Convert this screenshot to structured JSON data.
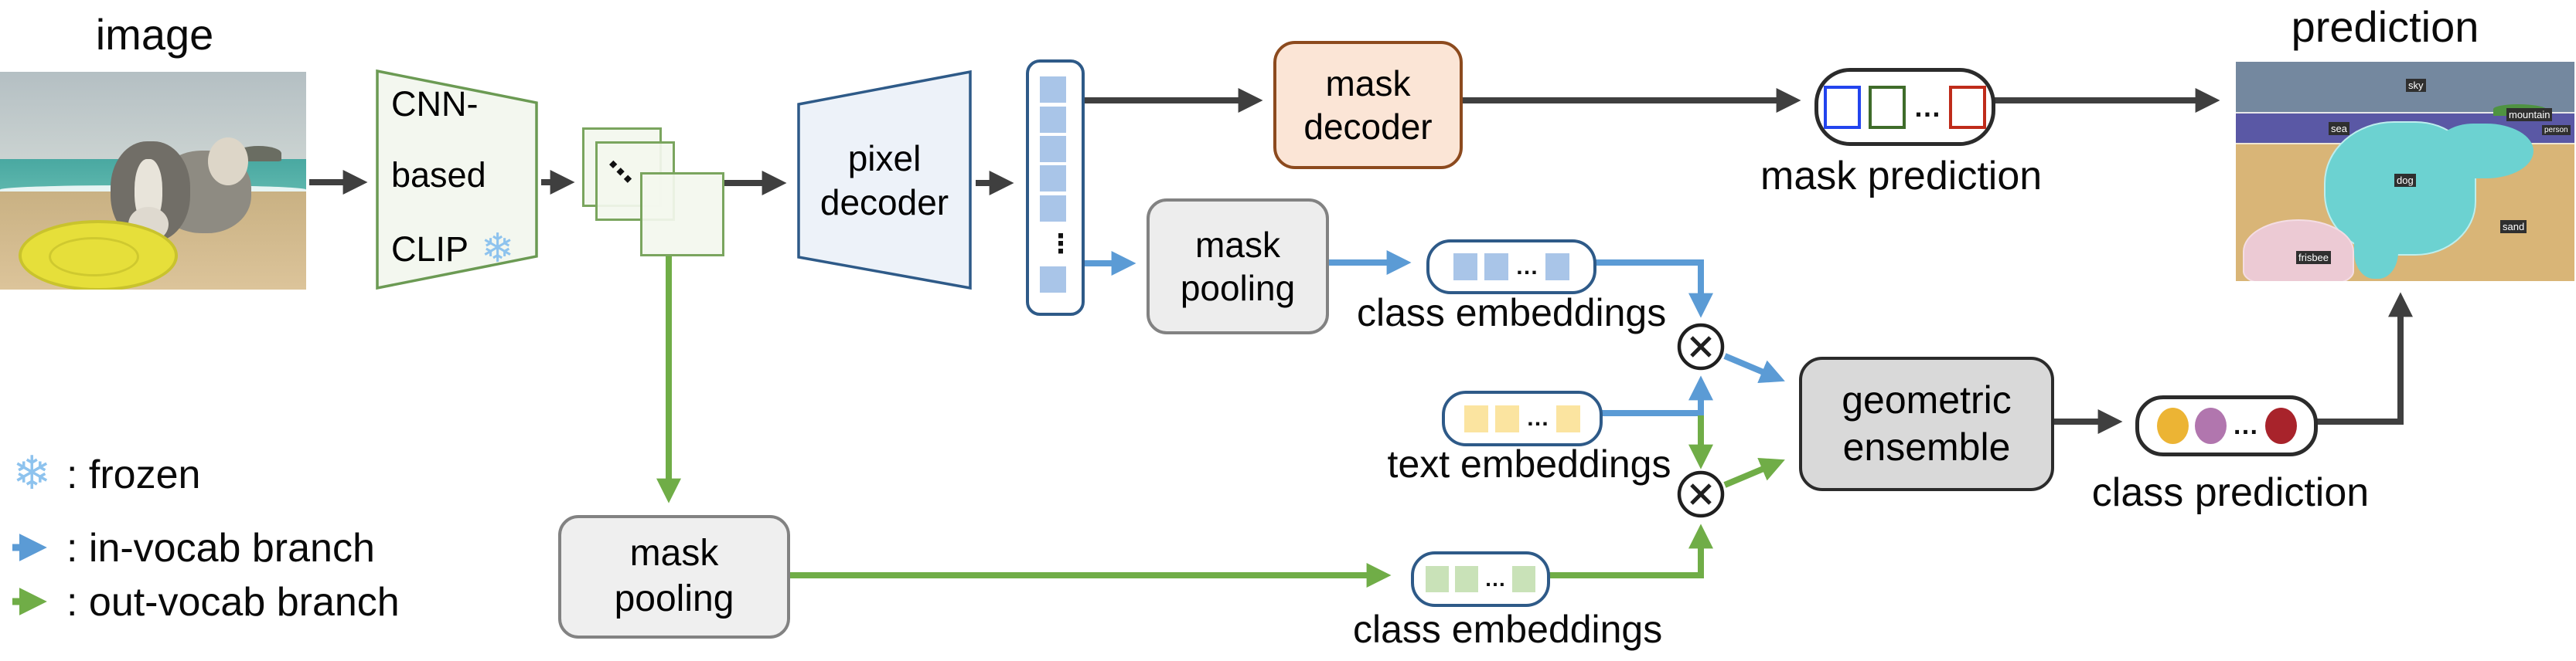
{
  "io": {
    "input_label": "image",
    "output_label": "prediction"
  },
  "blocks": {
    "clip": {
      "line1": "CNN-",
      "line2": "based",
      "line3": "CLIP"
    },
    "pixel_decoder": {
      "line1": "pixel",
      "line2": "decoder"
    },
    "mask_decoder": {
      "line1": "mask",
      "line2": "decoder"
    },
    "mask_pooling_in": {
      "line1": "mask",
      "line2": "pooling"
    },
    "mask_pooling_out": {
      "line1": "mask",
      "line2": "pooling"
    },
    "geometric_ensemble": {
      "line1": "geometric",
      "line2": "ensemble"
    }
  },
  "captions": {
    "mask_prediction": "mask prediction",
    "class_embeddings_in": "class embeddings",
    "text_embeddings": "text embeddings",
    "class_embeddings_out": "class embeddings",
    "class_prediction": "class prediction"
  },
  "legend": {
    "items": [
      {
        "icon": "snowflake-icon",
        "label": ": frozen"
      },
      {
        "icon": "in-vocab-arrow-icon",
        "label": ": in-vocab branch"
      },
      {
        "icon": "out-vocab-arrow-icon",
        "label": ": out-vocab branch"
      }
    ]
  },
  "glyphs": {
    "snowflake": "❄",
    "h_ellipsis": "…",
    "v_ellipsis": "⋮",
    "diag_ellipsis": "⋯"
  },
  "segmentation": {
    "labels": [
      "sky",
      "mountain",
      "sea",
      "person",
      "dog",
      "sand",
      "frisbee"
    ]
  },
  "colors": {
    "in_vocab_blue": "#5b9bd5",
    "out_vocab_green": "#70ad47",
    "dark_arrow": "#3f3f3f",
    "clip_border_green": "#6b9a53",
    "decoder_border_blue": "#2e5a88",
    "mask_decoder_fill": "#fbe5d6",
    "mask_decoder_border": "#8c4a1e",
    "pooling_fill": "#ededed",
    "ensemble_fill": "#d9d9d9",
    "pixel_feature_blue": "#a9c5e8",
    "text_embedding_yellow": "#fbe4a0",
    "out_embedding_green": "#c9e2b8",
    "pred_dot_yellow": "#ecb434",
    "pred_dot_purple": "#b176ae",
    "pred_dot_red": "#a8232b",
    "mask_sq_blue": "#2244ee",
    "mask_sq_green": "#3f6c2a",
    "mask_sq_red": "#bf2b1a"
  }
}
